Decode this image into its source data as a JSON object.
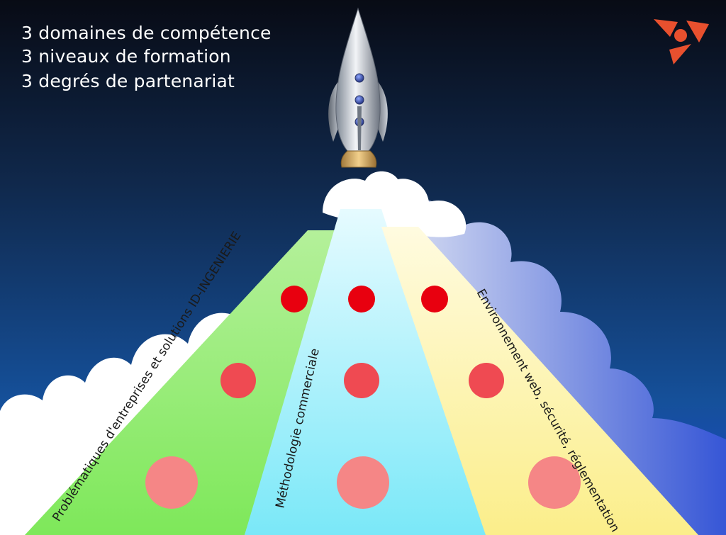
{
  "headline": {
    "line1": "3 domaines de compétence",
    "line2": "3 niveaux de formation",
    "line3": "3 degrés de partenariat"
  },
  "beams": [
    {
      "label": "Problématiques d'entreprises et solutions ID-INGENIERIE",
      "color": "#b8f07a"
    },
    {
      "label": "Méthodologie commerciale",
      "color": "#9feff5"
    },
    {
      "label": "Environnement web, sécurité, réglementation",
      "color": "#fbf2a0"
    }
  ],
  "dots": {
    "level_colors": [
      "#e8000f",
      "#ef4a52",
      "#f58686"
    ]
  },
  "colors": {
    "sky_top": "#0a0f1e",
    "sky_bottom": "#1a4fc4",
    "logo": "#e8502e"
  },
  "icons": [
    "rocket-icon",
    "logo-icon"
  ]
}
